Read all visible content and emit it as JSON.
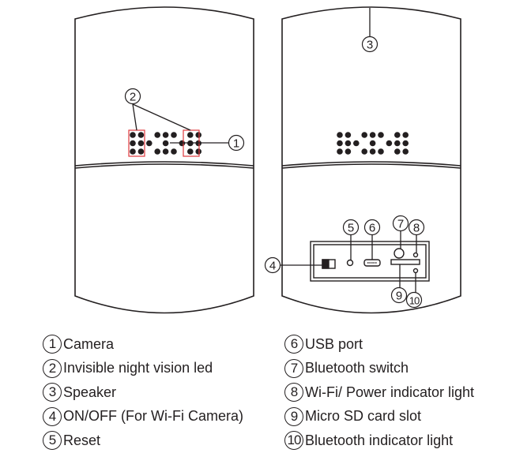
{
  "colors": {
    "outline": "#231f20",
    "highlight": "#e03a3e",
    "background": "#ffffff"
  },
  "views": {
    "front": {
      "name": "front-view",
      "callouts": [
        "2",
        "1"
      ]
    },
    "back": {
      "name": "back-view",
      "callouts": [
        "3",
        "4",
        "5",
        "6",
        "7",
        "8",
        "9",
        "10"
      ]
    }
  },
  "callout_labels": {
    "c1": "1",
    "c2": "2",
    "c3": "3",
    "c4": "4",
    "c5": "5",
    "c6": "6",
    "c7": "7",
    "c8": "8",
    "c9": "9",
    "c10": "10"
  },
  "legend": {
    "left": [
      {
        "num": "1",
        "label": "Camera"
      },
      {
        "num": "2",
        "label": "Invisible night vision led"
      },
      {
        "num": "3",
        "label": "Speaker"
      },
      {
        "num": "4",
        "label": "ON/OFF (For Wi-Fi Camera)"
      },
      {
        "num": "5",
        "label": "Reset"
      }
    ],
    "right": [
      {
        "num": "6",
        "label": "USB port"
      },
      {
        "num": "7",
        "label": "Bluetooth switch"
      },
      {
        "num": "8",
        "label": "Wi-Fi/ Power indicator light"
      },
      {
        "num": "9",
        "label": "Micro SD card slot"
      },
      {
        "num": "10",
        "label": "Bluetooth indicator light"
      }
    ]
  }
}
